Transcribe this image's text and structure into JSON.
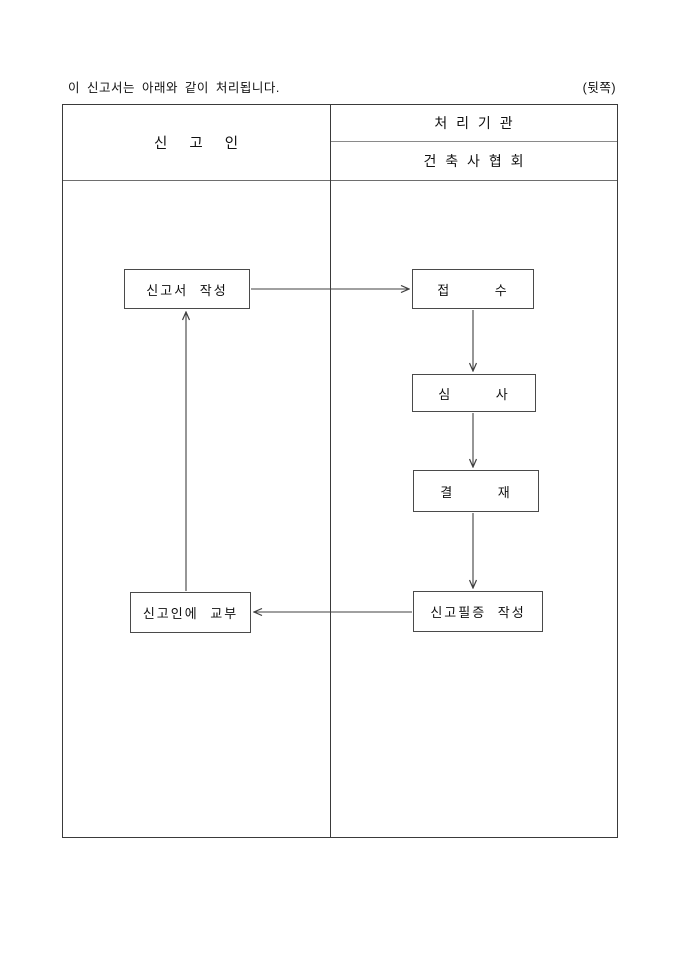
{
  "page": {
    "processing_note": "이 신고서는 아래와 같이 처리됩니다.",
    "back_side_label": "(뒷쪽)"
  },
  "table": {
    "applicant_header": "신 고 인",
    "agency_header": "처 리 기 관",
    "agency_subheader": "건 축 사 협 회"
  },
  "flowchart": {
    "applicant_column": {
      "write_report_box": "신고서 작성",
      "deliver_to_applicant_box": "신고인에 교부"
    },
    "agency_column": {
      "receipt_box": "접 수",
      "review_box": "심 사",
      "approval_box": "결 재",
      "write_certificate_box": "신고필증 작성"
    },
    "arrows": [
      {
        "from": "write_report_box",
        "to": "receipt_box",
        "direction": "right"
      },
      {
        "from": "receipt_box",
        "to": "review_box",
        "direction": "down"
      },
      {
        "from": "review_box",
        "to": "approval_box",
        "direction": "down"
      },
      {
        "from": "approval_box",
        "to": "write_certificate_box",
        "direction": "down"
      },
      {
        "from": "write_certificate_box",
        "to": "deliver_to_applicant_box",
        "direction": "left"
      },
      {
        "from": "deliver_to_applicant_box",
        "to": "write_report_box",
        "direction": "up"
      }
    ]
  },
  "colors": {
    "background": "#ffffff",
    "border": "#3a3a3a",
    "arrow_line": "#404040",
    "text": "#111111"
  }
}
